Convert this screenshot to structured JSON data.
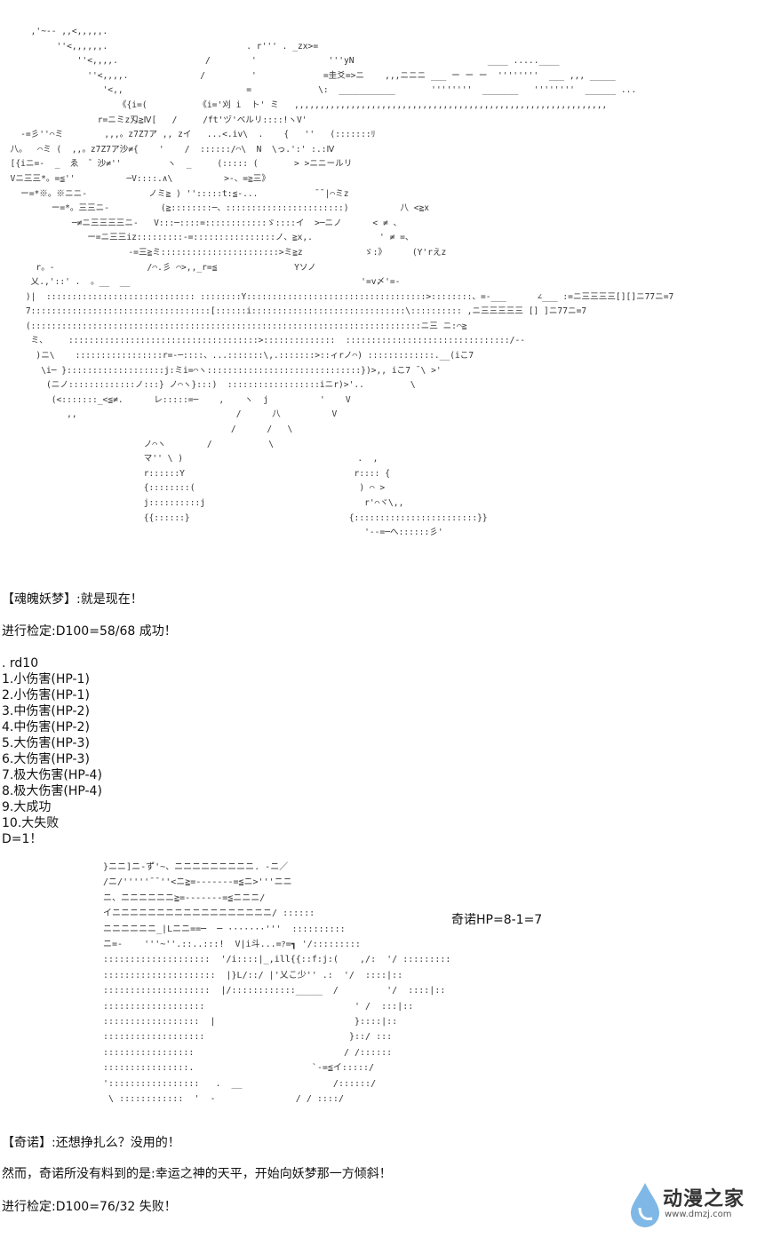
{
  "art_top": "      ,'~-- ,,<,,,,,.\n           ''<,,,,,,.                           . r''' . _zx>=\n               ''<,,,,.                 /        '              '''yN                          ____ .....____\n                 ''<,,,,.              /         '             =圭爻=>ニ    ,,,ニニニ ___ ー ー ー  ''''''''  ___ ,,, _____\n                    '<,,                        =             \\:  ___________       ''''''''  _______   ''''''''  ______ ...\n                       《{i=(          《i='刈 i  ト' ミ   ,,,,,,,,,,,,,,,,,,,,,,,,,,,,,,,,,,,,,,,,,,,,,,,,,,,,,,,,,,,,,\n                   r=ニミz刄≧Ⅳ[   /     /ft'ヅ'ベルリ::::!ヽV'\n    -=彡''⌒ミ        ,,,。z7Z7ア ,, zイ   ...<.iv\\  .    {   ''   (:::::::ﾘ\n  八。  ⌒ミ (  ,,。z7Z7ア沙≠{    '    /  ::::::/⌒\\  N  \\っ.':' :.:Ⅳ\n  [{iニ=-  _  ゑ  ゛沙≠''         ヽ  _     (::::: (       > >ニニールリ\n  Vニ三三*。=≦''          ─V::::.∧\\          >-、=≧三》\n    ー=*※。※ニニ-            ノミ≧ ) '':::::t:≦-...           ¯¯|⌒ミz\n          ー=*。三三ニ-          (≧::::::::─、:::::::::::::::::::::::)          八 <≧x\n              ─≠ニ三三三三ニ-   V:::─::::=::::::::::::ゞ::::イ  >─ニノ      < ≠ 、\n                 ー=ニ三三iz:::::::::-=::::::::::::::::ノ、≧x,.             ' ≠ =、\n                         -=三≧ミ:::::::::::::::::::::::>ミ≧z            ゞ:》     (Y'rえz\n       r。-                  /⌒.彡 ⌒>,,_r=≦               Yソノ\n      乂.,'::' .  。__  __                                             '=v〆'=-\n     )|  ::::::::::::::::::::::::::::: ::::::::Y:::::::::::::::::::::::::::::::::::>::::::::、=-___      ∠___ :=ニ三三三三[][]ニ77ニ=7\n     7:::::::::::::::::::::::::::::::::::[::::::i::::::::::::::::::::::::::::::\\:::::::::: ,ニ三三三三三 [] ]ニ77ニ=7\n     (::::::::::::::::::::::::::::::::::::::::::::::::::::::::::::::::::::::::::::ニ三 ニ:⌒≧\n      ミ、    :::::::::::::::::::::::::::::::::::::>::::::::::::::  ::::::::::::::::::::::::::::::::/--\n       )ニ\\    :::::::::::::::::r=-─::::、...:::::::\\,.:::::::>::ィrノ⌒) :::::::::::::.__(iこ7\n        \\i─ }:::::::::::::::::::j:ミi=⌒ヽ::::::::::::::::::::::::::::::})>,, iこ7 ̄ \\ >'\n         (ニノ:::::::::::::ノ:::} ノ⌒ヽ}:::)  ::::::::::::::::::iニr)>'..         \\\n          (<:::::::_<≦≠.      レ:::::=─    ,    ヽ  j          '    V\n             ,,                               /      八          V\n                                             /      /   \\\n                            ノ⌒ヽ        /           \\\n                            マ'' \\ )                                  .  ,\n                            r::::::Y                                 r:::: {\n                            {::::::::(                                ) ⌒ >\n                            j::::::::::j                               r'⌒ヾ\\,,\n                            {{::::::}                               {::::::::::::::::::::::::}}\n                                                                       '--=─へ::::::彡'",
  "texts": {
    "line1": "【魂魄妖梦】:就是现在！",
    "line2": "进行检定:D100=58/68 成功！",
    "list_header": ". rd10",
    "list": [
      "1.小伤害(HP-1)",
      "2.小伤害(HP-1)",
      "3.中伤害(HP-2)",
      "4.中伤害(HP-2)",
      "5.大伤害(HP-3)",
      "6.大伤害(HP-3)",
      "7.极大伤害(HP-4)",
      "8.极大伤害(HP-4)",
      "9.大成功",
      "10.大失败",
      "D=1！"
    ],
    "hp_note": "奇诺HP=8-1=7",
    "line3": "【奇诺】:还想挣扎么？没用的！",
    "line4": "然而，奇诺所没有料到的是:幸运之神的天平，开始向妖梦那一方倾斜！",
    "line5": "进行检定:D100=76/32 失败！"
  },
  "art_bottom": "  }ニニ]ニ-ず'~、ニニニニニニニニニ. -ニ／\n  /ニ/'''''¯¯''<ニ≧=-------=≦ニ>'''ニニ\n  ニ、ニニニニニニ≧=-------=≦ニニニ/\n  イニニニニニニニニニニニニニニニニニニ/ ::::::\n  ニニニニニニ_|Lニニ==─  ─ ·······'''  ::::::::::\n  ニ=-    '''~''.::..:::!  V|i斗...=ｧ=┓ '/:::::::::\n  ::::::::::::::::::::  '/i::::|_,ill{{::f:j:(    ,/:  '/ :::::::::\n  :::::::::::::::::::::  |}L/::/ |'乂こ少'' .:  '/  ::::|::\n  ::::::::::::::::::::  |/::::::::::::_____  /         '/  ::::|::\n  :::::::::::::::::::                            ' /  :::|::\n  ::::::::::::::::::  |                          }::::|::\n  :::::::::::::::::::                           }::/ :::\n  :::::::::::::::::                            / /::::::\n  ::::::::::::::::.                      `-=≦イ:::::/\n  ':::::::::::::::::   .  __                 /::::::/\n   \\ ::::::::::::  '  -               / / ::::/",
  "watermark": {
    "brand": "动漫之家",
    "url": "www.dmzj.com"
  }
}
